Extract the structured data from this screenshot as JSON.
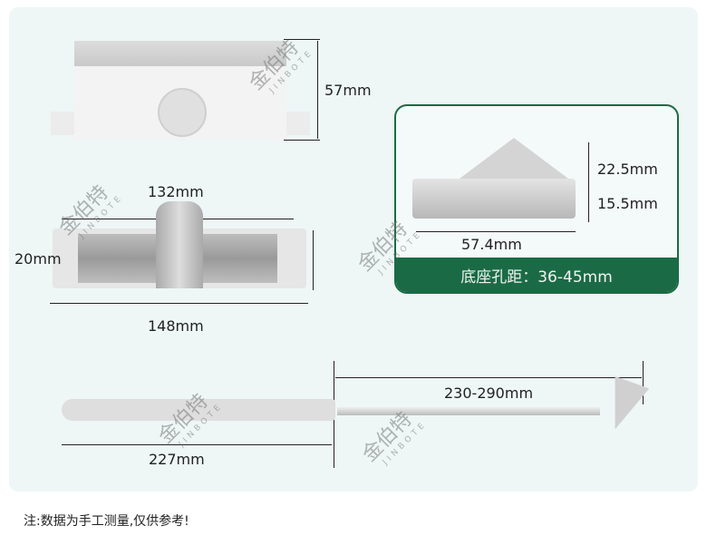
{
  "title": "Door closer dimension diagram",
  "brand": {
    "watermark_cn": "金伯特",
    "watermark_en": "JINBOTE",
    "logo_color": "#6cc3e0"
  },
  "colors": {
    "panel_bg": "#eef6f6",
    "card_border": "#1a6b45",
    "card_bar": "#1a6b45",
    "text": "#222222"
  },
  "views": {
    "front": {
      "height_label": "57mm"
    },
    "top": {
      "inner_length_label": "132mm",
      "total_length_label": "148mm",
      "hole_spacing_label": "20mm"
    },
    "bracket": {
      "height_top_label": "22.5mm",
      "height_bottom_label": "15.5mm",
      "width_label": "57.4mm",
      "footer": "底座孔距：36-45mm"
    },
    "arm": {
      "main_arm_label": "227mm",
      "adjustable_arm_label": "230-290mm"
    }
  },
  "note": "注:数据为手工测量,仅供参考!"
}
